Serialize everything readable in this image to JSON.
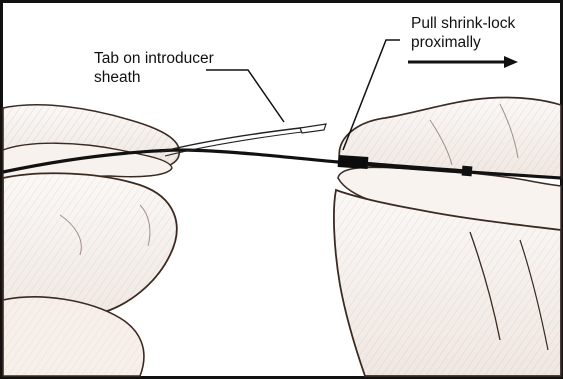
{
  "labels": {
    "tab_line1": "Tab on introducer",
    "tab_line2": "sheath",
    "pull_line1": "Pull shrink-lock",
    "pull_line2": "proximally"
  }
}
